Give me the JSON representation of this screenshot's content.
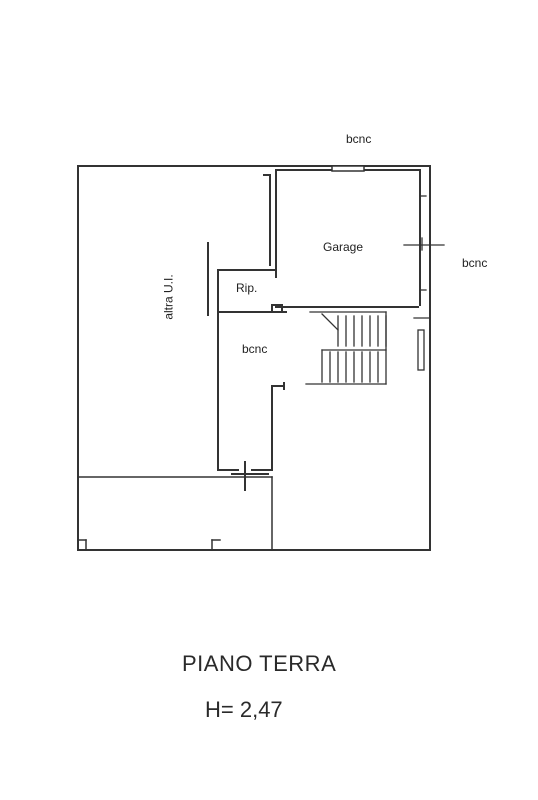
{
  "plan": {
    "labels": {
      "bcnc_top": "bcnc",
      "bcnc_right": "bcnc",
      "bcnc_inner": "bcnc",
      "garage": "Garage",
      "rip": "Rip.",
      "altra_ui": "altra U.I."
    },
    "line_color": "#333333"
  },
  "footer": {
    "title": "PIANO TERRA",
    "height": "H= 2,47"
  }
}
